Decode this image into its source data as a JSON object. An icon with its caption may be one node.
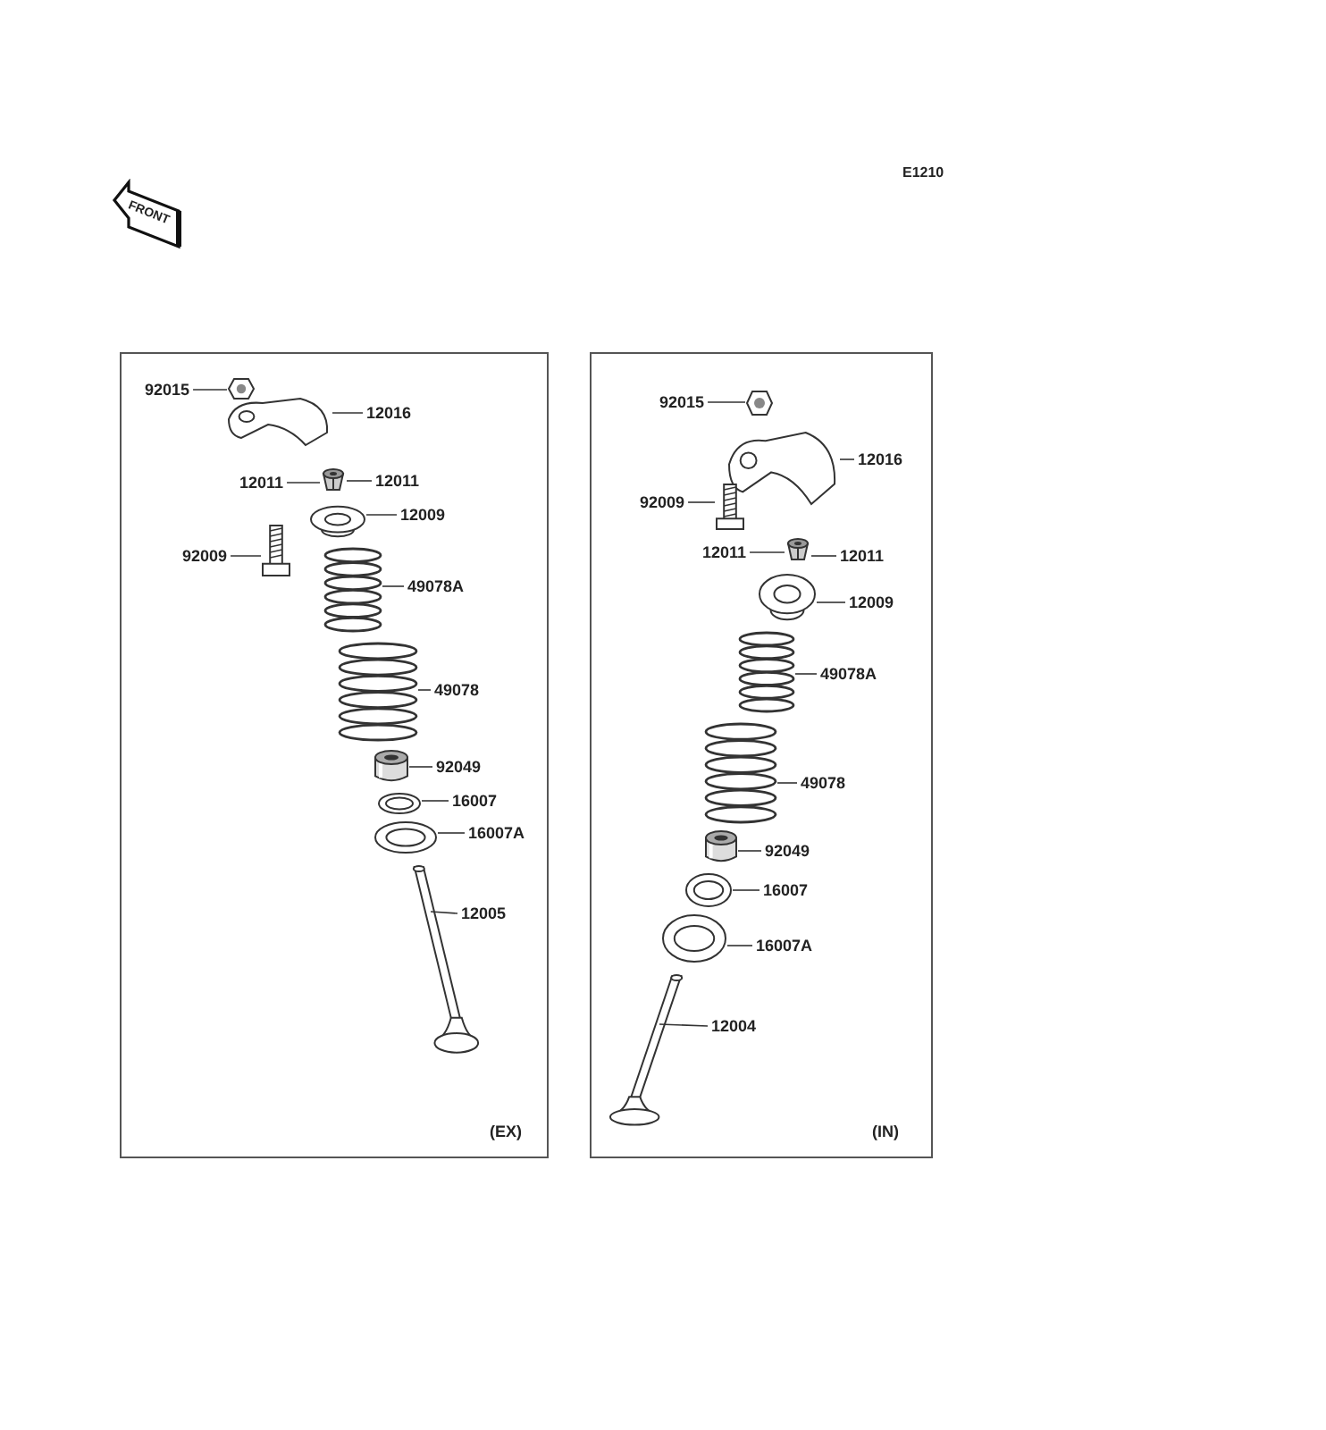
{
  "diagram": {
    "nodes": [
      {
        "text": [
          "(EX)"
        ]
      },
      {
        "text": [
          "92015"
        ],
        "in": 0
      },
      {
        "text": [],
        "shape": "picture",
        "in": 0
      },
      {
        "text": [
          "12016"
        ],
        "in": 0
      },
      {
        "text": [],
        "shape": "picture",
        "in": 0
      },
      {
        "text": [
          "12011"
        ],
        "in": 0
      },
      {
        "text": [
          "12011"
        ],
        "in": 0
      },
      {
        "text": [],
        "shape": "picture",
        "in": 0
      },
      {
        "text": [
          "12009"
        ],
        "in": 0
      },
      {
        "text": [],
        "shape": "picture",
        "in": 0
      },
      {
        "text": [
          "92009"
        ],
        "in": 0
      },
      {
        "text": [],
        "shape": "picture",
        "in": 0
      },
      {
        "text": [
          "49078A"
        ],
        "in": 0
      },
      {
        "text": [],
        "shape": "picture",
        "in": 0
      },
      {
        "text": [
          "49078"
        ],
        "in": 0
      },
      {
        "text": [],
        "shape": "picture",
        "in": 0
      },
      {
        "text": [
          "92049"
        ],
        "in": 0
      },
      {
        "text": [],
        "shape": "picture",
        "in": 0
      },
      {
        "text": [
          "16007"
        ],
        "in": 0
      },
      {
        "text": [],
        "shape": "picture",
        "in": 0
      },
      {
        "text": [
          "16007A"
        ],
        "in": 0
      },
      {
        "text": [],
        "shape": "picture",
        "in": 0
      },
      {
        "text": [
          "12005"
        ],
        "in": 0
      },
      {
        "text": [],
        "shape": "picture",
        "in": 0
      },
      {
        "text": [
          "(IN)"
        ]
      },
      {
        "text": [
          "92015"
        ],
        "in": 24
      },
      {
        "text": [],
        "shape": "picture",
        "in": 24
      },
      {
        "text": [
          "12016"
        ],
        "in": 24
      },
      {
        "text": [],
        "shape": "picture",
        "in": 24
      },
      {
        "text": [
          "92009"
        ],
        "in": 24
      },
      {
        "text": [],
        "shape": "picture",
        "in": 24
      },
      {
        "text": [
          "12011"
        ],
        "in": 24
      },
      {
        "text": [
          "12011"
        ],
        "in": 24
      },
      {
        "text": [],
        "shape": "picture",
        "in": 24
      },
      {
        "text": [
          "12009"
        ],
        "in": 24
      },
      {
        "text": [],
        "shape": "picture",
        "in": 24
      },
      {
        "text": [
          "49078A"
        ],
        "in": 24
      },
      {
        "text": [],
        "shape": "picture",
        "in": 24
      },
      {
        "text": [
          "49078"
        ],
        "in": 24
      },
      {
        "text": [],
        "shape": "picture",
        "in": 24
      },
      {
        "text": [
          "92049"
        ],
        "in": 24
      },
      {
        "text": [],
        "shape": "picture",
        "in": 24
      },
      {
        "text": [
          "16007"
        ],
        "in": 24
      },
      {
        "text": [],
        "shape": "picture",
        "in": 24
      },
      {
        "text": [
          "16007A"
        ],
        "in": 24
      },
      {
        "text": [],
        "shape": "picture",
        "in": 24
      },
      {
        "text": [
          "12004"
        ],
        "in": 24
      },
      {
        "text": [],
        "shape": "picture",
        "in": 24
      }
    ],
    "edges": [
      {
        "from": 1,
        "to": 2,
        "arrow": "none"
      },
      {
        "from": 3,
        "to": 4,
        "arrow": "none"
      },
      {
        "from": 5,
        "to": 7,
        "arrow": "none"
      },
      {
        "from": 6,
        "to": 7,
        "arrow": "none"
      },
      {
        "from": 8,
        "to": 9,
        "arrow": "none"
      },
      {
        "from": 10,
        "to": 11,
        "arrow": "none"
      },
      {
        "from": 12,
        "to": 13,
        "arrow": "none"
      },
      {
        "from": 14,
        "to": 15,
        "arrow": "none"
      },
      {
        "from": 16,
        "to": 17,
        "arrow": "none"
      },
      {
        "from": 18,
        "to": 19,
        "arrow": "none"
      },
      {
        "from": 20,
        "to": 21,
        "arrow": "none"
      },
      {
        "from": 22,
        "to": 23,
        "arrow": "none"
      },
      {
        "from": 25,
        "to": 26,
        "arrow": "none"
      },
      {
        "from": 27,
        "to": 28,
        "arrow": "none"
      },
      {
        "from": 29,
        "to": 30,
        "arrow": "none"
      },
      {
        "from": 31,
        "to": 33,
        "arrow": "none"
      },
      {
        "from": 32,
        "to": 33,
        "arrow": "none"
      },
      {
        "from": 34,
        "to": 35,
        "arrow": "none"
      },
      {
        "from": 36,
        "to": 37,
        "arrow": "none"
      },
      {
        "from": 38,
        "to": 39,
        "arrow": "none"
      },
      {
        "from": 40,
        "to": 41,
        "arrow": "none"
      },
      {
        "from": 42,
        "to": 43,
        "arrow": "none"
      },
      {
        "from": 44,
        "to": 45,
        "arrow": "none"
      },
      {
        "from": 46,
        "to": 47,
        "arrow": "none"
      }
    ],
    "labels": [
      "FRONT",
      "E1210"
    ]
  }
}
